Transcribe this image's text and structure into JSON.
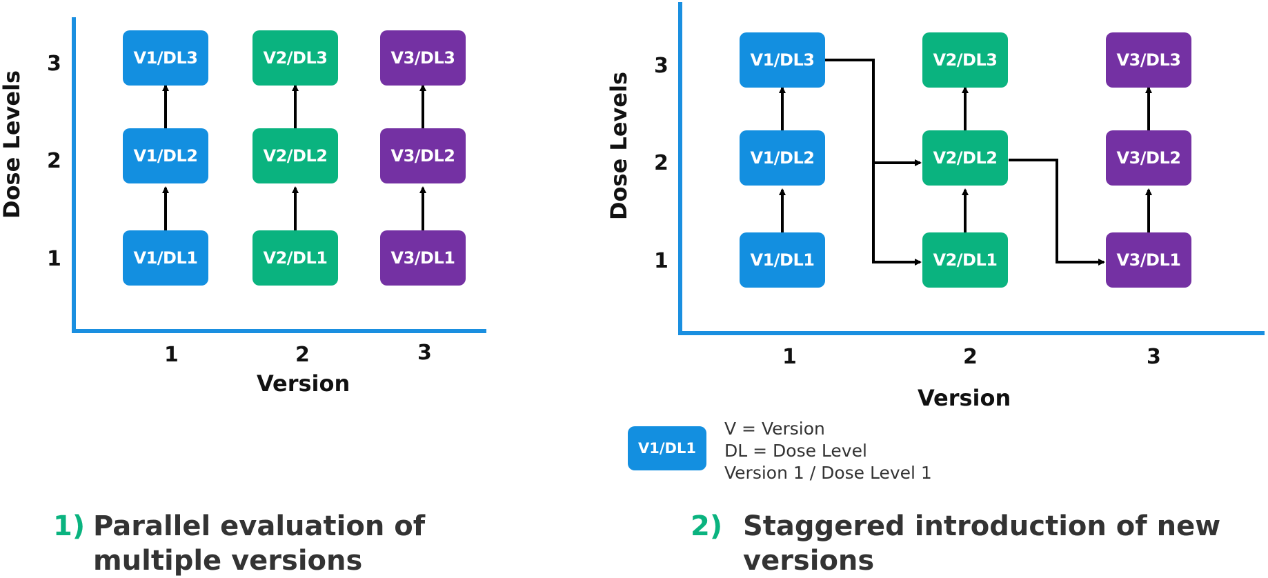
{
  "colors": {
    "axis": "#1a8fe0",
    "v1": "#138fe0",
    "v2": "#0ab37f",
    "v3": "#7431a3",
    "caption_num": "#0ab37f",
    "arrow": "#000000"
  },
  "panel1": {
    "ylabel": "Dose Levels",
    "xlabel": "Version",
    "yticks": [
      "3",
      "2",
      "1"
    ],
    "xticks": [
      "1",
      "2",
      "3"
    ],
    "boxes": [
      [
        "V1/DL3",
        "V2/DL3",
        "V3/DL3"
      ],
      [
        "V1/DL2",
        "V2/DL2",
        "V3/DL2"
      ],
      [
        "V1/DL1",
        "V2/DL1",
        "V3/DL1"
      ]
    ],
    "caption_num": "1)",
    "caption": "Parallel evaluation of multiple versions"
  },
  "panel2": {
    "ylabel": "Dose Levels",
    "xlabel": "Version",
    "yticks": [
      "3",
      "2",
      "1"
    ],
    "xticks": [
      "1",
      "2",
      "3"
    ],
    "boxes": [
      [
        "V1/DL3",
        "V2/DL3",
        "V3/DL3"
      ],
      [
        "V1/DL2",
        "V2/DL2",
        "V3/DL2"
      ],
      [
        "V1/DL1",
        "V2/DL1",
        "V3/DL1"
      ]
    ],
    "caption_num": "2)",
    "caption": "Staggered introduction of new versions"
  },
  "legend": {
    "box": "V1/DL1",
    "lines": [
      "V = Version",
      "DL = Dose Level",
      "Version 1 / Dose Level 1"
    ]
  }
}
